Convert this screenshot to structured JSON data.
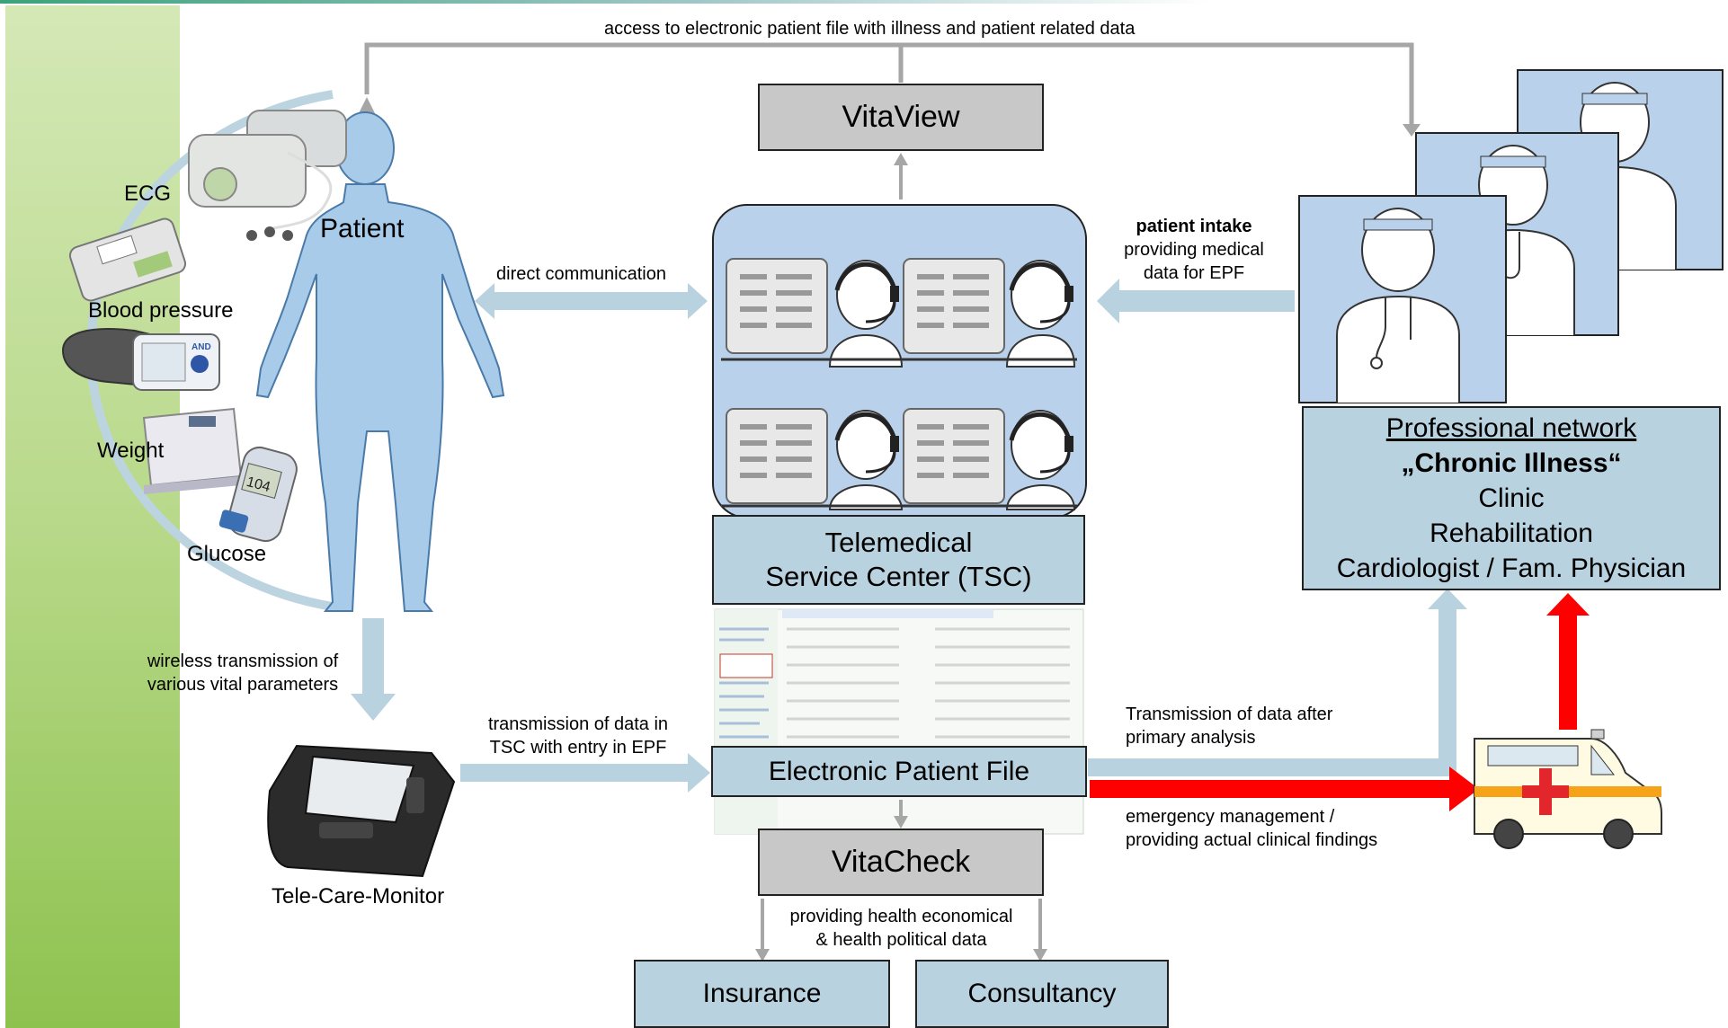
{
  "top_label": "access to electronic patient file with illness and patient related data",
  "vitaview": "VitaView",
  "patient": "Patient",
  "devices": {
    "ecg": "ECG",
    "blood_pressure": "Blood pressure",
    "weight": "Weight",
    "glucose": "Glucose",
    "bp_screen": "AND",
    "glucose_screen": "104"
  },
  "direct_communication": "direct communication",
  "patient_intake": {
    "bold": "patient intake",
    "line1": "providing medical",
    "line2": "data for EPF"
  },
  "tsc": {
    "line1": "Telemedical",
    "line2": "Service Center (TSC)"
  },
  "network": {
    "title": "Professional network",
    "subtitle": "„Chronic Illness“",
    "items": [
      "Clinic",
      "Rehabilitation",
      "Cardiologist / Fam. Physician"
    ]
  },
  "wireless": {
    "line1": "wireless transmission of",
    "line2": "various vital parameters"
  },
  "transmission_tsc": {
    "line1": "transmission of data in",
    "line2": "TSC with entry in EPF"
  },
  "epf": "Electronic Patient File",
  "transmission_after": {
    "line1": "Transmission of data after",
    "line2": "primary analysis"
  },
  "emergency": {
    "line1": "emergency management /",
    "line2": "providing actual clinical findings"
  },
  "tele_care_monitor": "Tele-Care-Monitor",
  "vitacheck": "VitaCheck",
  "health_data": {
    "line1": "providing health economical",
    "line2": "& health political data"
  },
  "insurance": "Insurance",
  "consultancy": "Consultancy",
  "colors": {
    "green_start": "#c9e0a5",
    "green_end": "#8ec24f",
    "light_blue": "#b9d2df",
    "figure_blue": "#a9cbea",
    "arrow_gray": "#a0a0a0",
    "arrow_blue": "#b9d2df",
    "red": "#ff0000",
    "gray_box": "#c8c8c8"
  }
}
